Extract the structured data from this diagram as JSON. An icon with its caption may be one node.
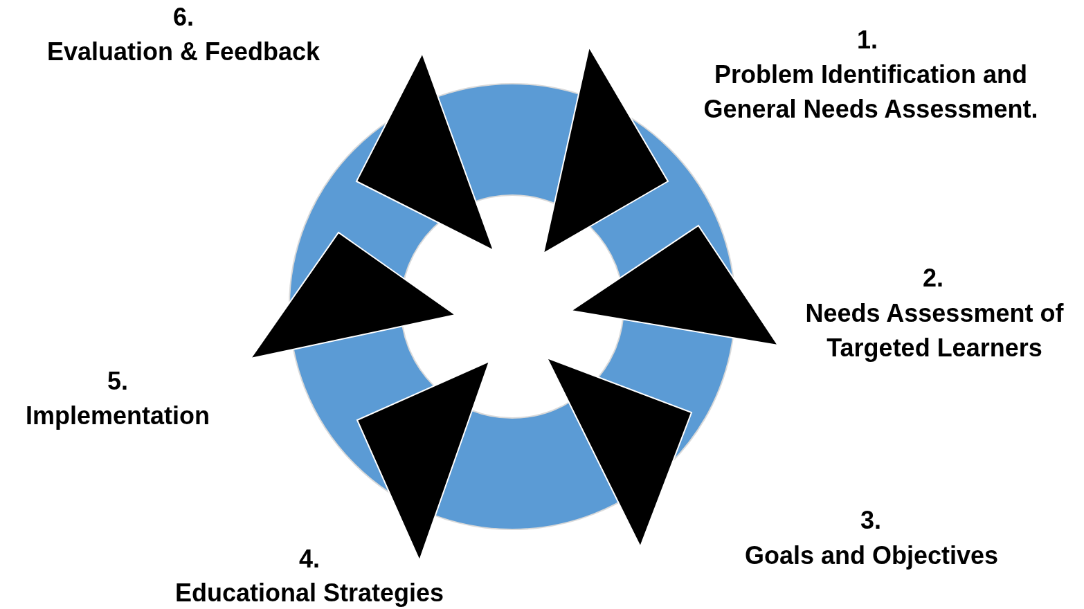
{
  "diagram": {
    "labels": [
      "6.",
      "Evaluation & Feedback",
      "1.",
      "Problem Identification and General Needs Assessment.",
      "2.",
      "Needs Assessment of Targeted Learners",
      "5.",
      "Implementation",
      "3.",
      "Goals and Objectives",
      "4.",
      "Educational Strategies"
    ]
  }
}
